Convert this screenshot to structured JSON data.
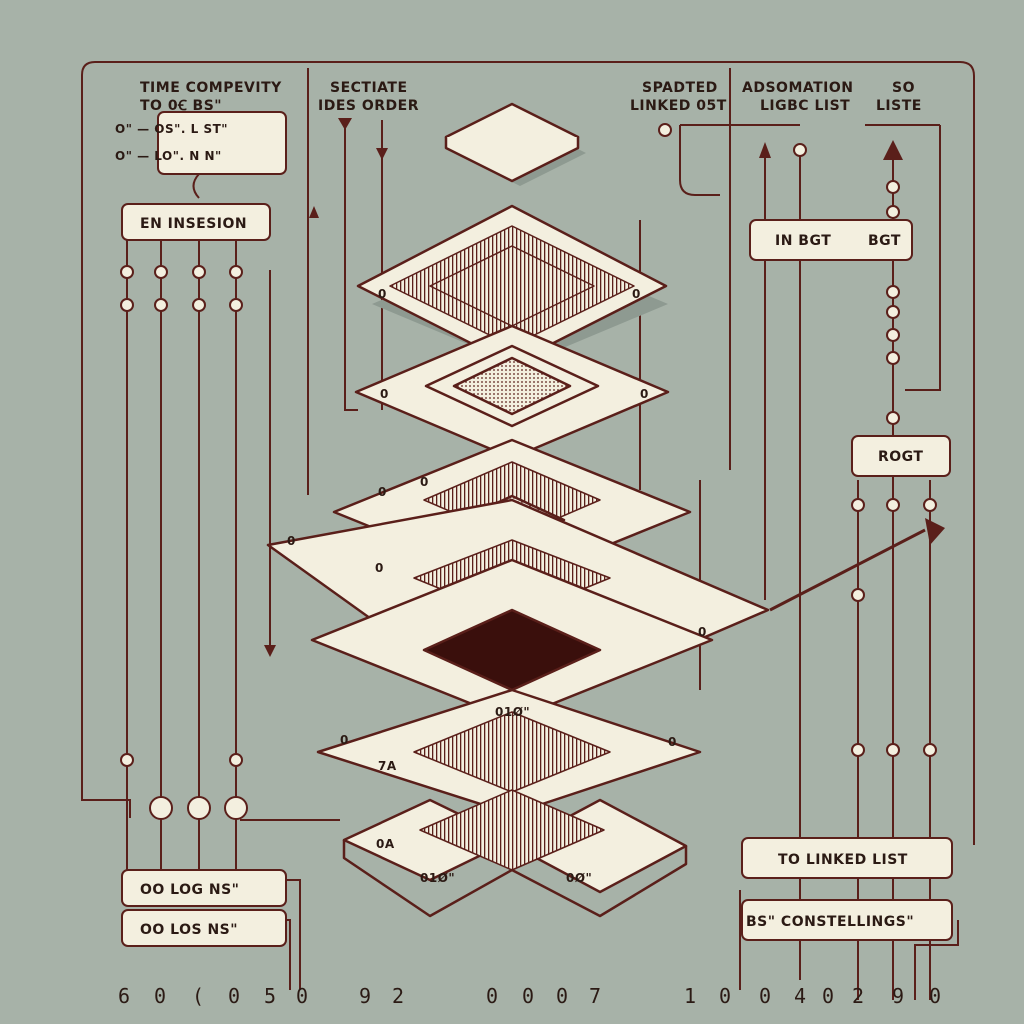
{
  "colors": {
    "background": "#a7b2a8",
    "line": "#5a1f1a",
    "panel": "#f3efdf",
    "panel_shadow": "#8e9a91",
    "dark_fill": "#3a0f0c",
    "text": "#2b1a14"
  },
  "headers": {
    "time_complexity_line1": "TIME COMPEVITY",
    "time_complexity_line2": "TO   0Ꞓ BS\"",
    "sectiate_line1": "SECTIATE",
    "sectiate_line2": "IDES ORDER",
    "spadted_line1": "SPADTED",
    "spadted_line2": "LINKED 05T",
    "adsomation_line1": "ADSOMATION",
    "adsomation_line2": "LIGBC LIST",
    "so_line1": "SO",
    "so_line2": "LISTE"
  },
  "labels": {
    "complexity_row1": "O\"  — OS\". L ST\"",
    "complexity_row2": "O\"  — LO\". N N\"",
    "en_insesion": "EN INSESION",
    "in_bst": "IN BGT",
    "bst": "BGT",
    "rogt": "ROGT",
    "to_linked_list": "TO LINKED LIST",
    "bst_constellings": "BS\" CONSTELLINGS\"",
    "oo_log_1": "OO LOG NS\"",
    "oo_log_2": "OO LOS NS\""
  },
  "layer_marks": {
    "m1": "0",
    "m2": "0",
    "m3": "0",
    "m4": "0",
    "m5": "0",
    "m6": "0",
    "m7": "0",
    "m8": "0",
    "m9": "0",
    "m10": "01Ø\"",
    "m11": "0",
    "m12": "7A",
    "m13": "0",
    "m14": "0A",
    "m15": "01Ø\"",
    "m16": "0Ø\""
  },
  "bottom_numbers": [
    "6",
    "0",
    "(",
    "0",
    "5",
    "0",
    "9",
    "2",
    "0",
    "0",
    "0",
    "7",
    "1",
    "0",
    "0",
    "4",
    "0",
    "2",
    "9",
    "0"
  ]
}
